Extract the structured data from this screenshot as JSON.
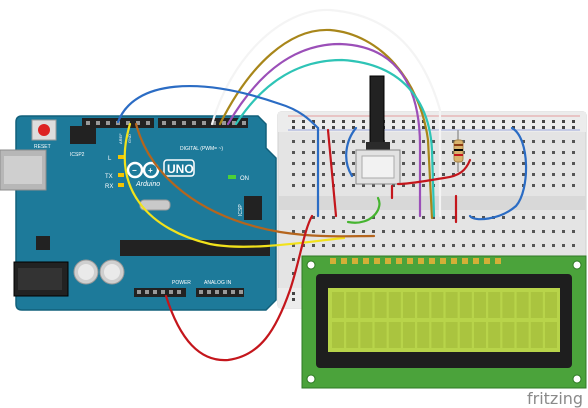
{
  "arduino": {
    "brand": "Arduino",
    "model": "UNO",
    "reset_label": "RESET",
    "icsp2_label": "ICSP2",
    "digital_label": "DIGITAL (PWM= ~)",
    "l_label": "L",
    "tx_label": "TX",
    "rx_label": "RX",
    "on_label": "ON",
    "icsp_label": "ICSP",
    "power_label": "POWER",
    "analog_label": "ANALOG IN",
    "aref_label": "AREF",
    "gnd_label": "GND"
  },
  "watermark": {
    "text": "fritzing"
  },
  "colors": {
    "board": "#1d7a9a",
    "board_edge": "#12607b",
    "breadboard": "#e6e6e6",
    "lcd_pcb": "#4ba33b",
    "lcd_screen": "#b8d44a",
    "wire_red": "#c4161c",
    "wire_blue": "#2b6cc4",
    "wire_yellow": "#f2e21b",
    "wire_brown": "#b5651d",
    "wire_green": "#46b430",
    "wire_purple": "#9b4fb8",
    "wire_cyan": "#2ec4b6",
    "wire_olive": "#a8861a",
    "wire_white": "#f4f4f4"
  }
}
